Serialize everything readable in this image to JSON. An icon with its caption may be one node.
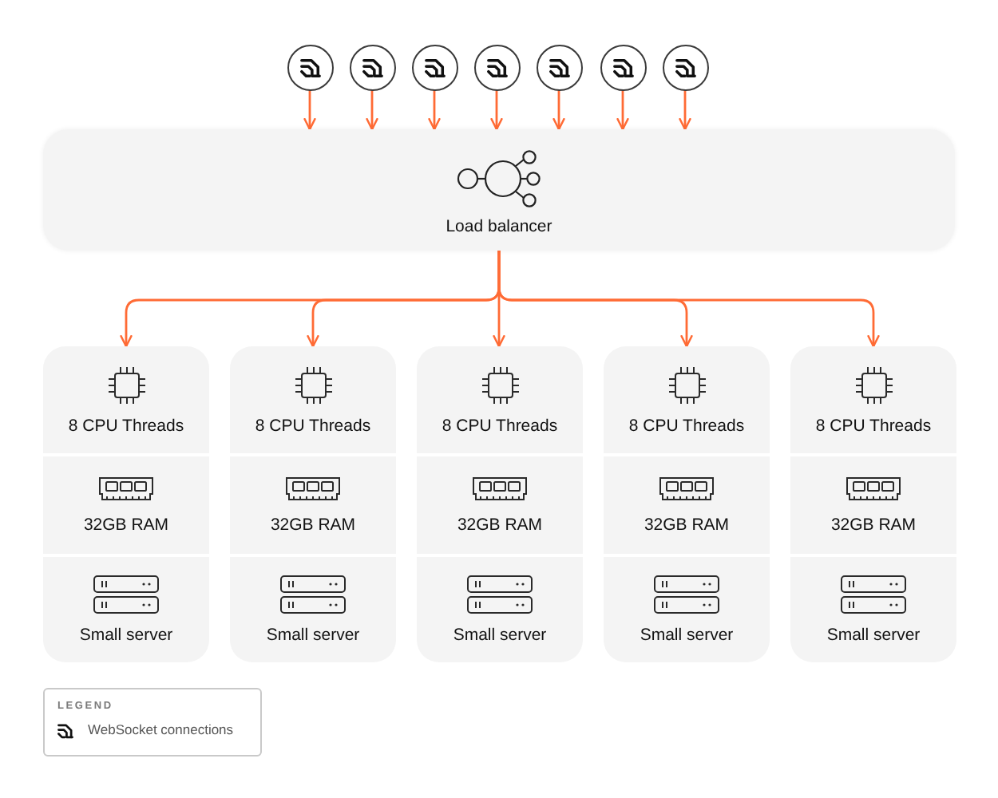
{
  "diagram": {
    "nodes": [
      {
        "text": [],
        "shape": "circle"
      },
      {
        "text": [],
        "shape": "circle"
      },
      {
        "text": [],
        "shape": "circle"
      },
      {
        "text": [],
        "shape": "circle"
      },
      {
        "text": [],
        "shape": "circle"
      },
      {
        "text": [],
        "shape": "circle"
      },
      {
        "text": [],
        "shape": "circle"
      },
      {
        "text": [
          "Load balancer"
        ]
      },
      {
        "text": [
          "8 CPU Threads",
          "32GB RAM",
          "Small server"
        ]
      },
      {
        "text": [
          "8 CPU Threads",
          "32GB RAM",
          "Small server"
        ]
      },
      {
        "text": [
          "8 CPU Threads",
          "32GB RAM",
          "Small server"
        ]
      },
      {
        "text": [
          "8 CPU Threads",
          "32GB RAM",
          "Small server"
        ]
      },
      {
        "text": [
          "8 CPU Threads",
          "32GB RAM",
          "Small server"
        ]
      }
    ],
    "edges": [
      {
        "from": 0,
        "to": 7,
        "arrow": "to"
      },
      {
        "from": 1,
        "to": 7,
        "arrow": "to"
      },
      {
        "from": 2,
        "to": 7,
        "arrow": "to"
      },
      {
        "from": 3,
        "to": 7,
        "arrow": "to"
      },
      {
        "from": 4,
        "to": 7,
        "arrow": "to"
      },
      {
        "from": 5,
        "to": 7,
        "arrow": "to"
      },
      {
        "from": 6,
        "to": 7,
        "arrow": "to"
      },
      {
        "from": 7,
        "to": 8,
        "arrow": "to"
      },
      {
        "from": 7,
        "to": 9,
        "arrow": "to"
      },
      {
        "from": 7,
        "to": 10,
        "arrow": "to"
      },
      {
        "from": 7,
        "to": 11,
        "arrow": "to"
      },
      {
        "from": 7,
        "to": 12,
        "arrow": "to"
      }
    ],
    "labels": [
      "LEGEND"
    ],
    "legend": [
      {
        "text": "WebSocket connections"
      }
    ]
  }
}
